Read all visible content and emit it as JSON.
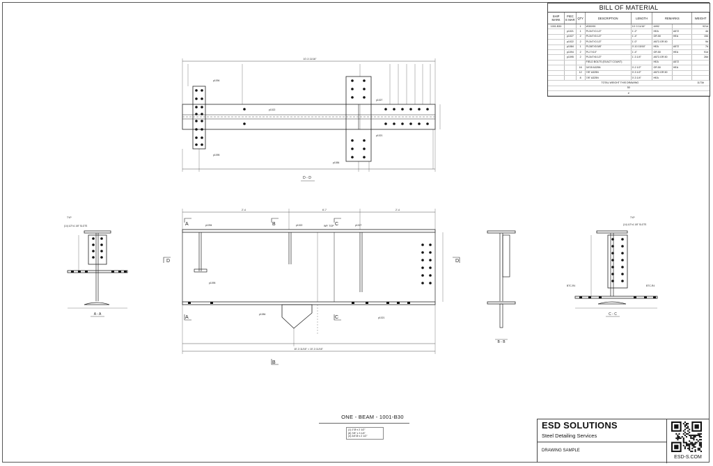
{
  "bom": {
    "title": "BILL OF MATERIAL",
    "columns": [
      "SHIP MARK",
      "PIEC E MAR",
      "QTY",
      "DESCRIPTION",
      "LENGTH",
      "REMARKS",
      "WEIGHT"
    ],
    "rows": [
      [
        "1001-B30",
        "",
        "1",
        "W30X90",
        "10'-3 11/16\"",
        "A992",
        "",
        "921#"
      ],
      [
        "",
        "p1021",
        "1",
        "PL3/4\"X3 1/2\"",
        "1'-2\"",
        "HEA",
        "A572",
        "4#"
      ],
      [
        "",
        "p1027",
        "2",
        "PL3/4\"X5 1/2\"",
        "1'-4\"",
        "GR.50",
        "HEA",
        "15#"
      ],
      [
        "",
        "p1022",
        "2",
        "PL3/4\"X3 1/2\"",
        "1'-0\"",
        "A572-GR.50",
        "",
        "9#"
      ],
      [
        "",
        "p1084",
        "1",
        "PL3/8\"X5 5/8\"",
        "0'-10 15/16\"",
        "HEA",
        "A572",
        "7#"
      ],
      [
        "",
        "p1094",
        "2",
        "PL1\"X10\"",
        "1'-4\"",
        "GR.50",
        "HEA",
        "91#"
      ],
      [
        "",
        "p1095",
        "2",
        "PL3/4\"X6 1/2\"",
        "1'-3 1/4\"",
        "A572-GR.50",
        "",
        "26#"
      ],
      [
        "",
        "",
        "",
        "FIELD BOLTS (EXACT COUNT)",
        "",
        "HEA",
        "A572",
        ""
      ],
      [
        "",
        "",
        "16",
        "3/4\"Ø A325N",
        "0'-2 1/2\"",
        "GR.50",
        "HEA",
        ""
      ],
      [
        "",
        "",
        "12",
        "7/8\" A325N",
        "0'-3 1/2\"",
        "A572-GR.50",
        "",
        ""
      ],
      [
        "",
        "",
        "8",
        "7/8\" A325N",
        "0'-3 1/4\"",
        "HEA",
        "",
        ""
      ]
    ],
    "total_label": "TOTAL WEIGHT THIS DRAWING",
    "total_value": "1173#",
    "total_sub": "50",
    "total_sub2": "#"
  },
  "title_block": {
    "company": "ESD SOLUTIONS",
    "tagline": "Steel Detailing Services",
    "drawing_label": "DRAWING SAMPLE",
    "url": "ESD-S.COM"
  },
  "drawing": {
    "title": "ONE - BEAM - 1001-B30",
    "legend": [
      "(1) 1\"Ø x 2 1/2\"",
      "(8) 7/8\" x 3 1/4\"",
      "(4) 3/4\"Ø x 2 1/2\""
    ]
  },
  "views": {
    "top_view_label": "D - D",
    "section_aa": "A - A",
    "section_bb": "B - B",
    "section_cc": "C - C",
    "cut_a": "A",
    "cut_b": "B",
    "cut_c": "C",
    "cut_d": "D",
    "overall_length": "10'-3 11/16\" = 10'-3 11/16\"",
    "wp_top": "WP, TOP",
    "typ": "TYP",
    "slots": "(14) 1/2\"x1 1/8\" SLOTS",
    "dim_left": "2'-4",
    "dim_mid": "6'-7",
    "dim_right": "2'-4",
    "dim_top_overall": "10'-3 11/16\"",
    "mark_p1094": "p1094",
    "mark_p1095": "p1095",
    "mark_p1021": "p1021",
    "mark_p1027": "p1027",
    "mark_p1022": "p1022",
    "mark_p1084": "p1084",
    "btc_label": "BTC-R4"
  }
}
